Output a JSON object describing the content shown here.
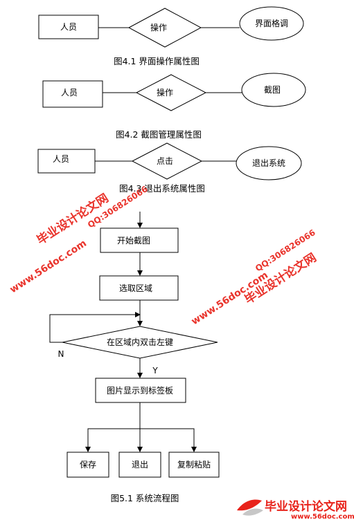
{
  "diagrams": [
    {
      "actor": "人员",
      "relation": "操作",
      "attribute": "界面格调",
      "caption": "图4.1  界面操作属性图"
    },
    {
      "actor": "人员",
      "relation": "操作",
      "attribute": "截图",
      "caption": "图4.2  截图管理属性图"
    },
    {
      "actor": "人员",
      "relation": "点击",
      "attribute": "退出系统",
      "caption": "图4.3  退出系统属性图"
    }
  ],
  "flowchart": {
    "start": "开始截图",
    "select": "选取区域",
    "decision": "在区域内双击左键",
    "no_label": "N",
    "yes_label": "Y",
    "show": "图片显示到标签板",
    "actions": [
      "保存",
      "退出",
      "复制粘贴"
    ],
    "caption": "图5.1  系统流程图"
  },
  "watermarks": {
    "site_name": "毕业设计论文网",
    "qq": "QQ:306826066",
    "url": "www.56doc.com"
  },
  "footer": {
    "logo_text": "毕业设计论文网",
    "url": "www.56doc.com"
  },
  "colors": {
    "line": "#000000",
    "watermark": "#e8231b"
  }
}
